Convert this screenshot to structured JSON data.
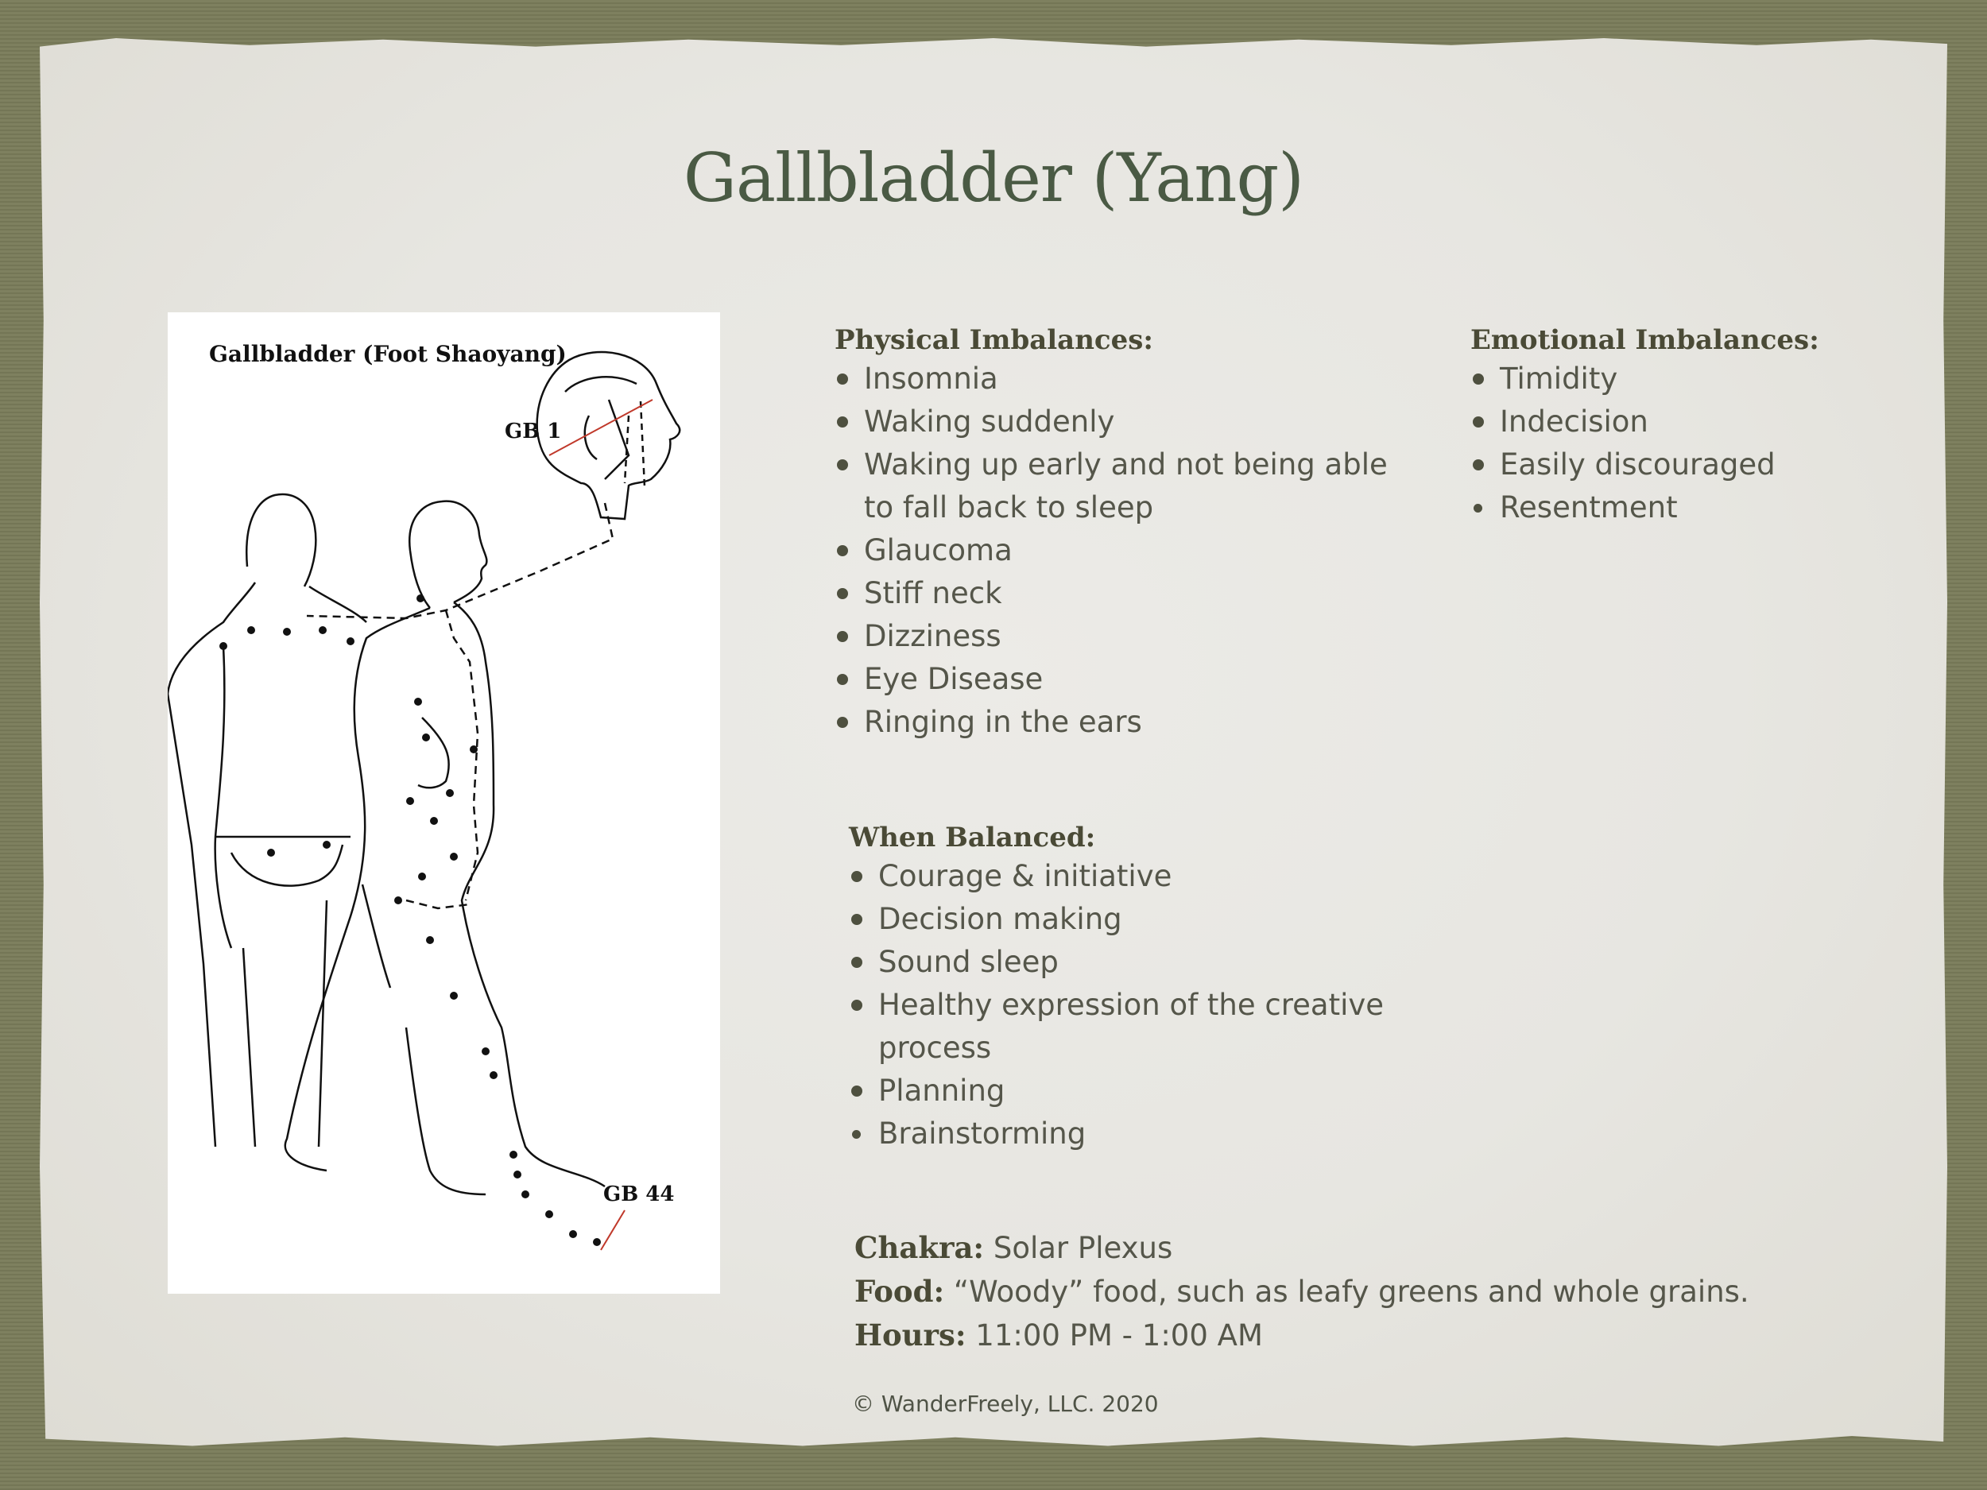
{
  "title": "Gallbladder (Yang)",
  "figure": {
    "caption": "Gallbladder (Foot Shaoyang)",
    "label_top": "GB 1",
    "label_bottom": "GB 44"
  },
  "physical": {
    "heading": "Physical Imbalances:",
    "items": [
      "Insomnia",
      "Waking suddenly",
      "Waking up early and not being able to fall back to sleep",
      "Glaucoma",
      "Stiff neck",
      "Dizziness",
      "Eye Disease",
      "Ringing in the ears"
    ]
  },
  "emotional": {
    "heading": "Emotional Imbalances:",
    "items": [
      "Timidity",
      "Indecision",
      "Easily discouraged",
      "Resentment"
    ]
  },
  "balanced": {
    "heading": "When Balanced:",
    "items": [
      "Courage & initiative",
      "Decision making",
      "Sound sleep",
      "Healthy expression of the creative process",
      "Planning",
      "Brainstorming"
    ]
  },
  "facts": {
    "chakra_label": "Chakra:",
    "chakra_value": "Solar Plexus",
    "food_label": "Food:",
    "food_value": "“Woody” food, such as leafy greens and whole grains.",
    "hours_label": "Hours:",
    "hours_value": "11:00 PM - 1:00 AM"
  },
  "copyright": "© WanderFreely, LLC. 2020"
}
